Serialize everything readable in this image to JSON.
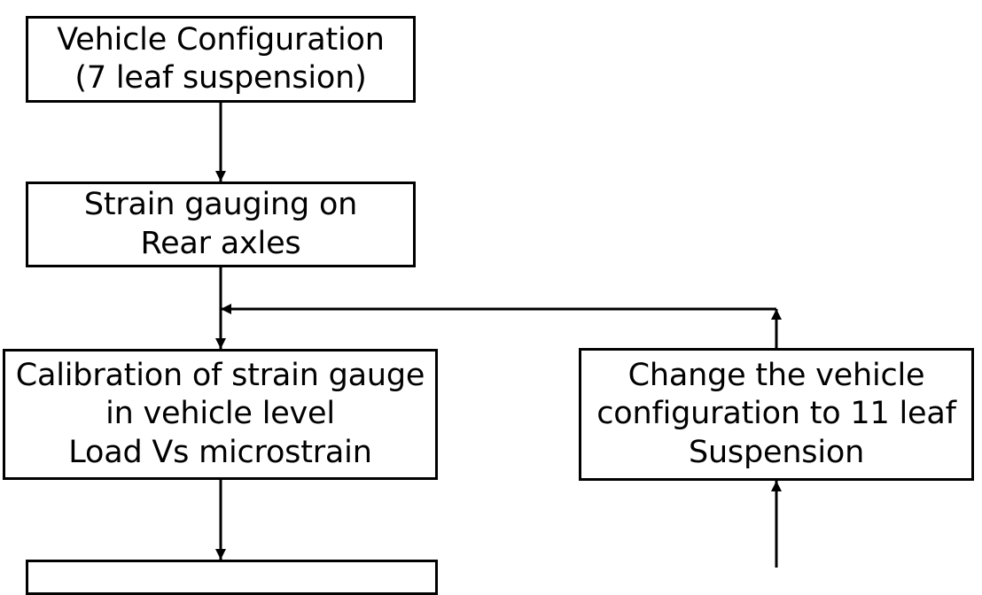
{
  "boxes": {
    "vehicle_config": {
      "lines": [
        "Vehicle Configuration",
        "(7 leaf suspension)"
      ]
    },
    "strain_gauging": {
      "lines": [
        "Strain gauging on",
        "Rear axles"
      ]
    },
    "calibration": {
      "lines": [
        "Calibration of strain gauge",
        "in vehicle level",
        "Load Vs microstrain"
      ]
    },
    "change_config": {
      "lines": [
        "Change the vehicle",
        "configuration to 11 leaf",
        "Suspension"
      ]
    }
  }
}
